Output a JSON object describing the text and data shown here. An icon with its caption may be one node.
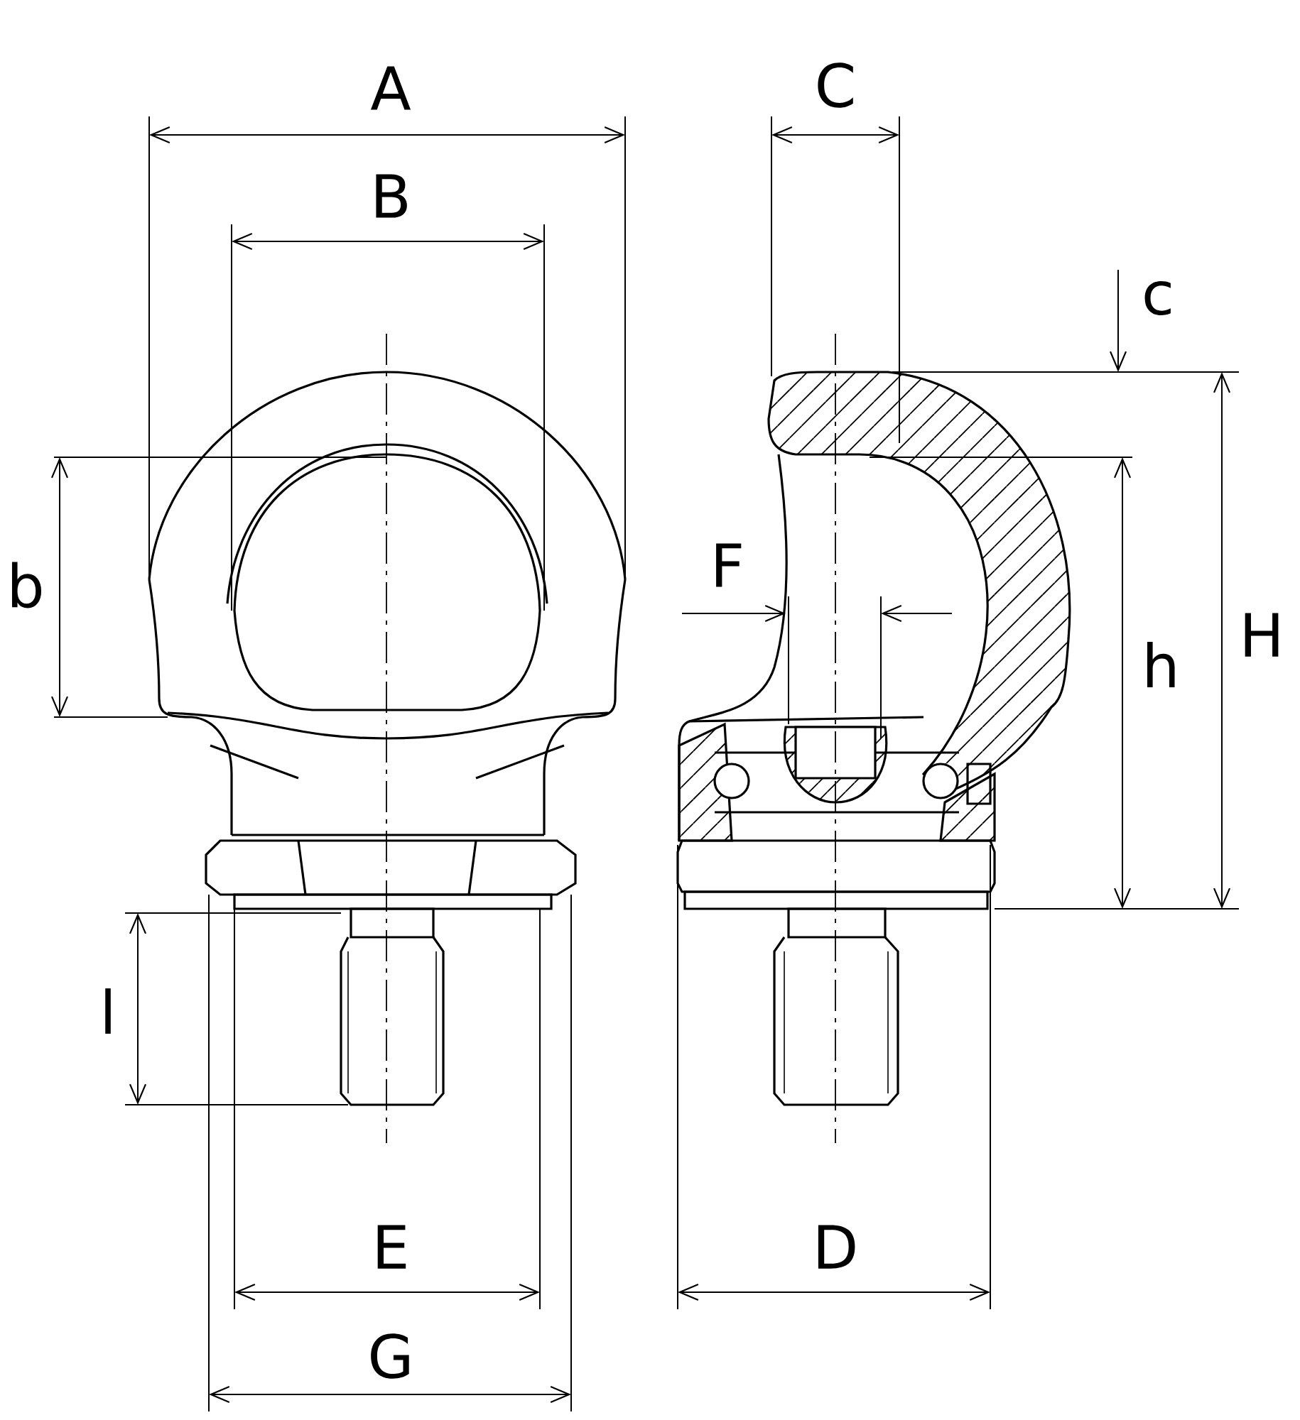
{
  "diagram": {
    "labels": [
      "A",
      "C",
      "B",
      "c",
      "b",
      "F",
      "h",
      "H",
      "l",
      "E",
      "D",
      "G"
    ]
  }
}
